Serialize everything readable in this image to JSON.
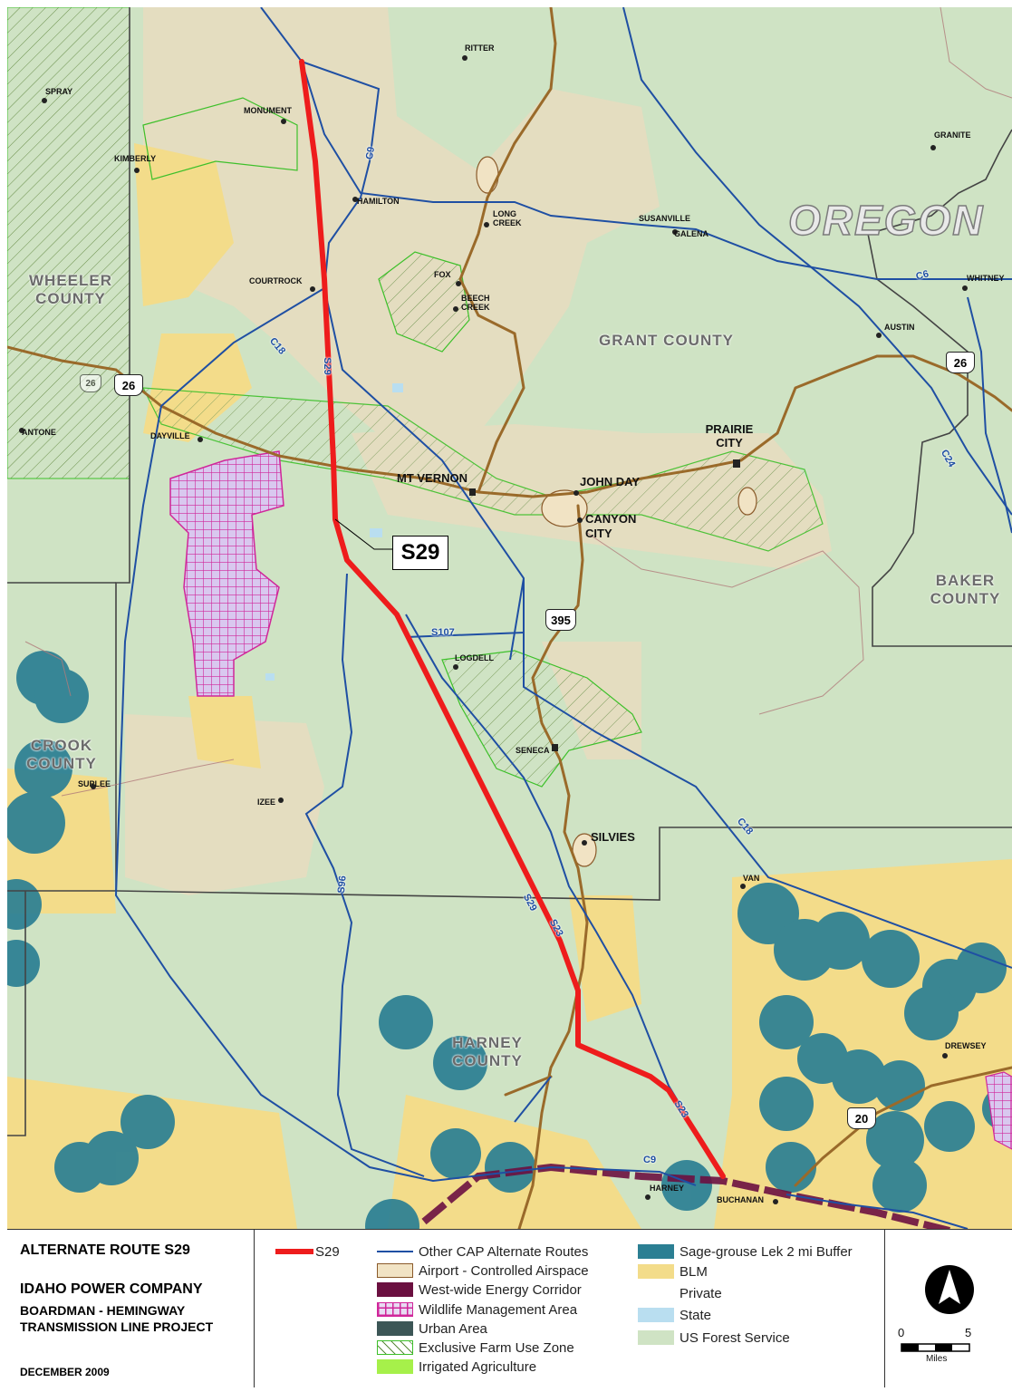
{
  "map": {
    "state_label": "OREGON",
    "counties": [
      "WHEELER COUNTY",
      "GRANT COUNTY",
      "BAKER COUNTY",
      "CROOK COUNTY",
      "HARNEY COUNTY"
    ],
    "towns": [
      "SPRAY",
      "MONUMENT",
      "RITTER",
      "KIMBERLY",
      "HAMILTON",
      "LONG CREEK",
      "SUSANVILLE",
      "GALENA",
      "GRANITE",
      "COURTROCK",
      "FOX",
      "BEECH CREEK",
      "WHITNEY",
      "AUSTIN",
      "ANTONE",
      "DAYVILLE",
      "MT VERNON",
      "JOHN DAY",
      "PRAIRIE CITY",
      "CANYON CITY",
      "LOGDELL",
      "SENECA",
      "SUPLEE",
      "IZEE",
      "SILVIES",
      "VAN",
      "DREWSEY",
      "HARNEY",
      "BUCHANAN"
    ],
    "route_labels": [
      "C9",
      "C18",
      "S29",
      "S107",
      "C6",
      "C24",
      "C18",
      "S96",
      "S29",
      "S23",
      "S23",
      "C9"
    ],
    "highway_shields": [
      "26",
      "26",
      "26",
      "395",
      "20"
    ],
    "callout": "S29"
  },
  "legend": {
    "title": "ALTERNATE ROUTE S29",
    "company": "IDAHO POWER COMPANY",
    "project": "BOARDMAN - HEMINGWAY TRANSMISSION LINE PROJECT",
    "date": "DECEMBER 2009",
    "route_item": "S29",
    "items_col1": [
      "Other CAP Alternate Routes",
      "Airport - Controlled Airspace",
      "West-wide Energy Corridor",
      "Wildlife Management Area",
      "Urban Area",
      "Exclusive Farm Use Zone",
      "Irrigated Agriculture"
    ],
    "items_col2": [
      "Sage-grouse Lek 2 mi Buffer",
      "BLM",
      "Private",
      "State",
      "US Forest Service"
    ],
    "scale": {
      "zero": "0",
      "five": "5",
      "unit": "Miles"
    }
  },
  "colors": {
    "s29": "#ee1c1c",
    "alt_routes": "#1f4fa3",
    "forest": "#cfe3c4",
    "blm": "#f3dc8a",
    "sage": "#2b7f93",
    "wma": "#d0269a",
    "efu": "#3dc02a",
    "corridor": "#6b1040",
    "roads": "#9a6a2a"
  }
}
